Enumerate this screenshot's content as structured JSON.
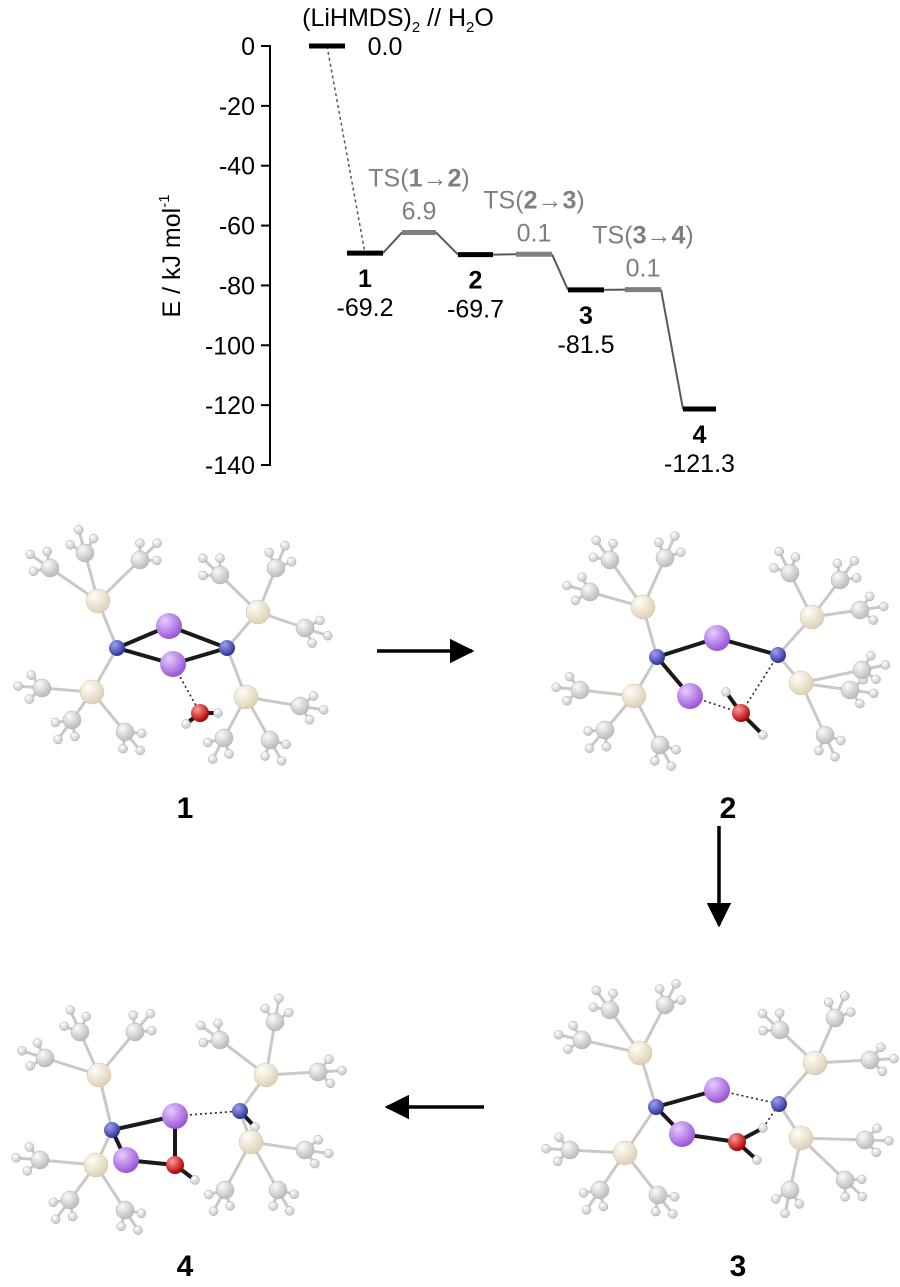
{
  "chart_data": {
    "type": "energy-profile",
    "ylabel_main": "E / kJ mol",
    "ylabel_sup": "-1",
    "ylim": [
      -140,
      0
    ],
    "yticks": [
      0,
      -20,
      -40,
      -60,
      -80,
      -100,
      -120,
      -140
    ],
    "reactant": {
      "prefix": "(LiHMDS)",
      "sub": "2",
      "suffix": " // H",
      "sub2": "2",
      "suffix2": "O",
      "energy": 0.0,
      "energy_label": "0.0"
    },
    "levels": [
      {
        "id": "1",
        "kind": "minimum",
        "energy": -69.2,
        "energy_label": "-69.2"
      },
      {
        "id": "TS12",
        "kind": "ts",
        "from": "1",
        "to": "2",
        "energy": -62.3,
        "energy_label": "6.9"
      },
      {
        "id": "2",
        "kind": "minimum",
        "energy": -69.7,
        "energy_label": "-69.7"
      },
      {
        "id": "TS23",
        "kind": "ts",
        "from": "2",
        "to": "3",
        "energy": -69.6,
        "energy_label": "0.1"
      },
      {
        "id": "3",
        "kind": "minimum",
        "energy": -81.5,
        "energy_label": "-81.5"
      },
      {
        "id": "TS34",
        "kind": "ts",
        "from": "3",
        "to": "4",
        "energy": -81.4,
        "energy_label": "0.1"
      },
      {
        "id": "4",
        "kind": "minimum",
        "energy": -121.3,
        "energy_label": "-121.3"
      }
    ],
    "colors": {
      "minimum": "#000000",
      "ts": "#7f7f7f",
      "connector": "#595959",
      "lithium": "#a86ae0",
      "nitrogen": "#4a50b8",
      "oxygen": "#dd1111",
      "silicon": "#efe6cf",
      "carbon": "#d4d4d4",
      "hydrogen": "#f6f6f6"
    }
  },
  "structures": [
    {
      "id": "1",
      "label": "1"
    },
    {
      "id": "2",
      "label": "2"
    },
    {
      "id": "3",
      "label": "3"
    },
    {
      "id": "4",
      "label": "4"
    }
  ]
}
